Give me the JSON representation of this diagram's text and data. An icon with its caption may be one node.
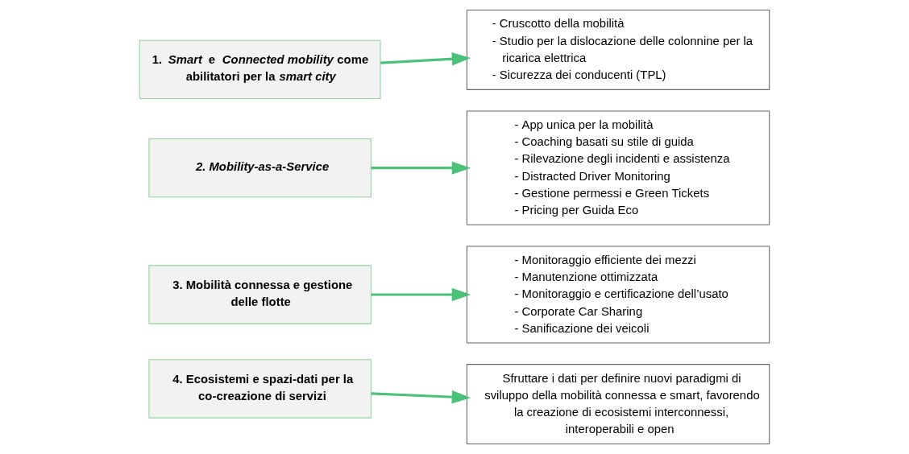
{
  "diagram": {
    "nodes": [
      {
        "text": [
          "1. *Smart* e *Connected mobility* come abilitatori per la *smart city*"
        ]
      },
      {
        "text": [
          "- Cruscotto della mobilità",
          "- Studio per la dislocazione delle colonnine per la ricarica elettrica",
          "- Sicurezza dei conducenti (TPL)"
        ]
      },
      {
        "text": [
          "2. Mobility-as-a-Service"
        ]
      },
      {
        "text": [
          "- App unica per la mobilità",
          "- Coaching basati su stile di guida",
          "- Rilevazione degli incidenti e assistenza",
          "- Distracted Driver Monitoring",
          "- Gestione permessi e Green Tickets",
          "- Pricing per Guida Eco"
        ]
      },
      {
        "text": [
          "3. Mobilità connessa e gestione delle flotte"
        ]
      },
      {
        "text": [
          "- Monitoraggio efficiente dei mezzi",
          "- Manutenzione ottimizzata",
          "- Monitoraggio e certificazione dell’usato",
          "- Corporate Car Sharing",
          "- Sanificazione dei veicoli"
        ]
      },
      {
        "text": [
          "4. Ecosistemi e spazi-dati per la co-creazione di servizi"
        ]
      },
      {
        "text": [
          "Sfruttare i dati per definire nuovi paradigmi di sviluppo della mobilità connessa e smart, favorendo la creazione di ecosistemi interconnessi, interoperabili e open"
        ]
      }
    ],
    "edges": [
      {
        "from": 0,
        "to": 1,
        "arrow": "to"
      },
      {
        "from": 2,
        "to": 3,
        "arrow": "to"
      },
      {
        "from": 4,
        "to": 5,
        "arrow": "to"
      },
      {
        "from": 6,
        "to": 7,
        "arrow": "to"
      }
    ]
  }
}
